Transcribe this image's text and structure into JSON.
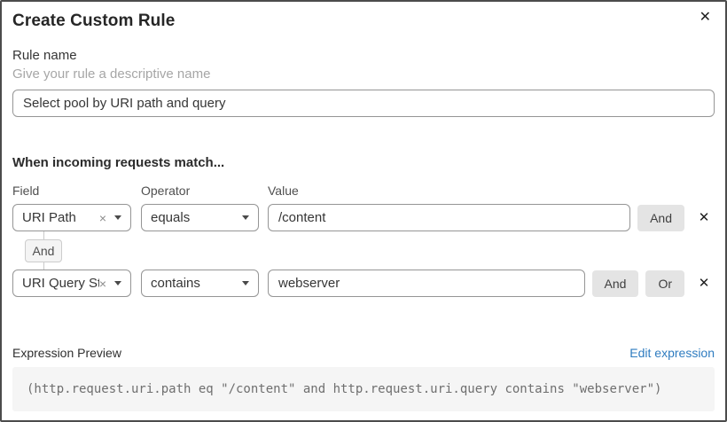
{
  "dialog": {
    "title": "Create Custom Rule"
  },
  "icons": {
    "close": "✕",
    "remove": "✕",
    "clear": "×"
  },
  "rule_name": {
    "label": "Rule name",
    "hint": "Give your rule a descriptive name",
    "value": "Select pool by URI path and query"
  },
  "matcher": {
    "heading": "When incoming requests match...",
    "columns": {
      "field": "Field",
      "operator": "Operator",
      "value": "Value"
    },
    "and_button": "And",
    "or_button": "Or",
    "joiner": "And",
    "rows": [
      {
        "field": "URI Path",
        "operator": "equals",
        "value": "/content"
      },
      {
        "field": "URI Query St...",
        "operator": "contains",
        "value": "webserver"
      }
    ]
  },
  "expression": {
    "label": "Expression Preview",
    "edit_link": "Edit expression",
    "code": "(http.request.uri.path eq \"/content\" and http.request.uri.query contains \"webserver\")"
  },
  "colors": {
    "link_blue": "#2f7cc0",
    "control_border": "#959595",
    "button_bg": "#e4e4e4",
    "code_bg": "#f5f5f5",
    "dialog_border": "#4c4c4c"
  }
}
